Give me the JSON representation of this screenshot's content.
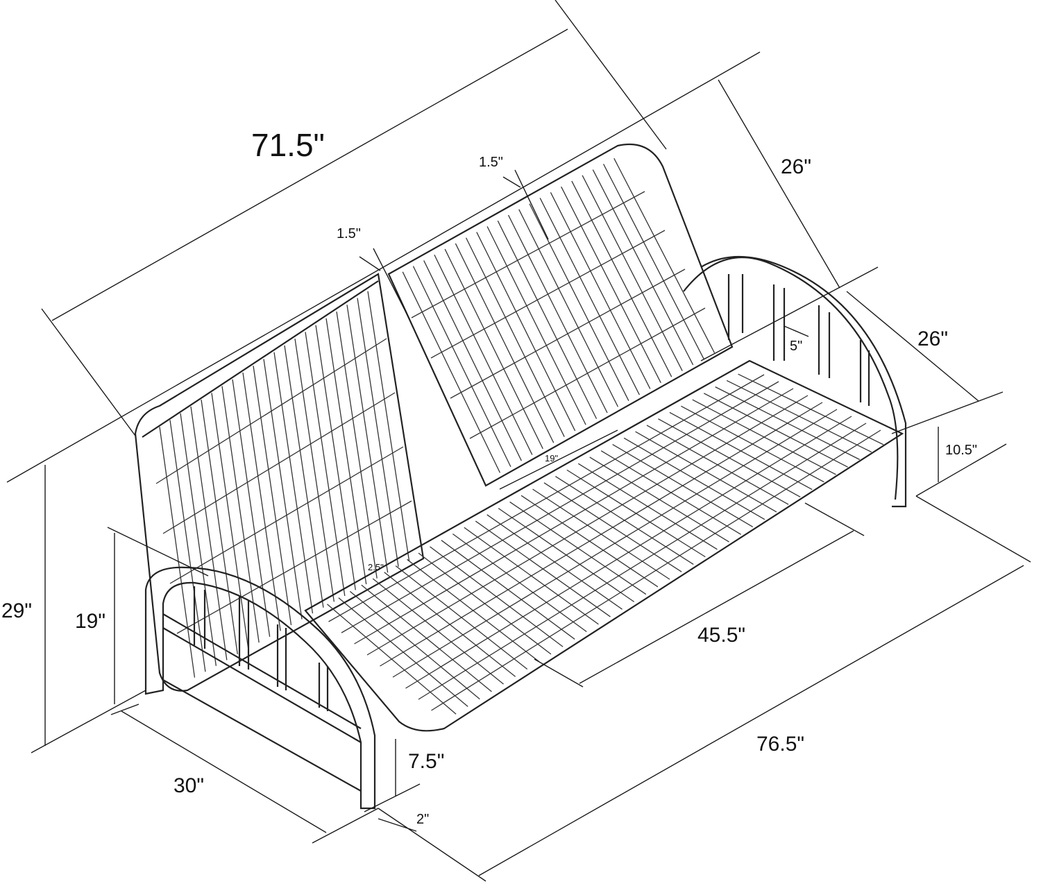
{
  "diagram": {
    "labels": {
      "length_back": "71.5\"",
      "back_height": "26\"",
      "back_slat_gap_1": "1.5\"",
      "back_slat_gap_2": "1.5\"",
      "arm_depth": "26\"",
      "arm_offset": "5\"",
      "arm_height": "10.5\"",
      "inner_depth": "19\"",
      "total_height": "29\"",
      "seat_height": "19\"",
      "seat_width": "45.5\"",
      "total_length": "76.5\"",
      "leg_clearance": "7.5\"",
      "depth": "30\"",
      "leg_width": "2\"",
      "hinge_gap": "2.5\""
    },
    "colors": {
      "line": "#1a1a1a",
      "background": "#ffffff"
    }
  }
}
